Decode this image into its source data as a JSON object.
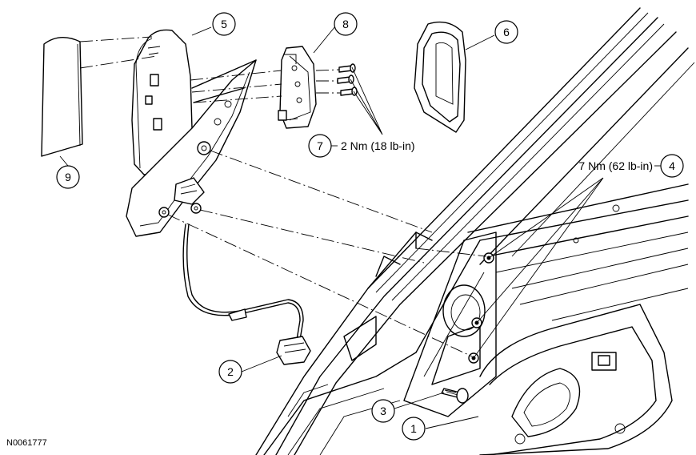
{
  "figure_id": "N0061777",
  "callouts": [
    {
      "key": "c1",
      "number": "1"
    },
    {
      "key": "c2",
      "number": "2"
    },
    {
      "key": "c3",
      "number": "3"
    },
    {
      "key": "c4",
      "number": "4",
      "spec": "7 Nm (62 lb-in)"
    },
    {
      "key": "c5",
      "number": "5"
    },
    {
      "key": "c6",
      "number": "6"
    },
    {
      "key": "c7",
      "number": "7",
      "spec": "2 Nm (18 lb-in)"
    },
    {
      "key": "c8",
      "number": "8"
    },
    {
      "key": "c9",
      "number": "9"
    }
  ]
}
